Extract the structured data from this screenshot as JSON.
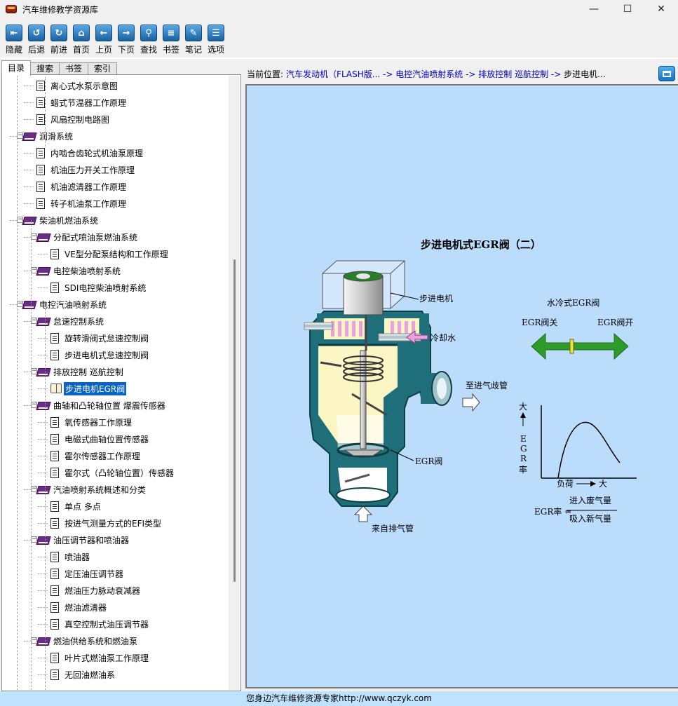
{
  "window": {
    "title": "汽车维修教学资源库",
    "minimize": "—",
    "maximize": "☐",
    "close": "✕"
  },
  "toolbar": [
    {
      "label": "隐藏",
      "icon": "hide-icon",
      "glyph": "⇤"
    },
    {
      "label": "后退",
      "icon": "back-icon",
      "glyph": "↺"
    },
    {
      "label": "前进",
      "icon": "forward-icon",
      "glyph": "↻"
    },
    {
      "label": "首页",
      "icon": "home-icon",
      "glyph": "⌂"
    },
    {
      "label": "上页",
      "icon": "prev-page-icon",
      "glyph": "←"
    },
    {
      "label": "下页",
      "icon": "next-page-icon",
      "glyph": "→"
    },
    {
      "label": "查找",
      "icon": "search-icon",
      "glyph": "⚲"
    },
    {
      "label": "书签",
      "icon": "bookmark-icon",
      "glyph": "≡"
    },
    {
      "label": "笔记",
      "icon": "note-icon",
      "glyph": "✎"
    },
    {
      "label": "选项",
      "icon": "options-icon",
      "glyph": "☰"
    }
  ],
  "tabs": [
    "目录",
    "搜索",
    "书签",
    "索引"
  ],
  "active_tab": "目录",
  "tree": [
    {
      "label": "离心式水泵示意图",
      "level": 2,
      "type": "doc"
    },
    {
      "label": "蜡式节温器工作原理",
      "level": 2,
      "type": "doc"
    },
    {
      "label": "风扇控制电路图",
      "level": 2,
      "type": "doc"
    },
    {
      "label": "润滑系统",
      "level": 1,
      "type": "book"
    },
    {
      "label": "内啮合齿轮式机油泵原理",
      "level": 2,
      "type": "doc"
    },
    {
      "label": "机油压力开关工作原理",
      "level": 2,
      "type": "doc"
    },
    {
      "label": "机油滤清器工作原理",
      "level": 2,
      "type": "doc"
    },
    {
      "label": "转子机油泵工作原理",
      "level": 2,
      "type": "doc"
    },
    {
      "label": "柴油机燃油系统",
      "level": 1,
      "type": "book"
    },
    {
      "label": "分配式喷油泵燃油系统",
      "level": 2,
      "type": "book"
    },
    {
      "label": "VE型分配泵结构和工作原理",
      "level": 3,
      "type": "doc"
    },
    {
      "label": "电控柴油喷射系统",
      "level": 2,
      "type": "book"
    },
    {
      "label": "SDI电控柴油喷射系统",
      "level": 3,
      "type": "doc"
    },
    {
      "label": "电控汽油喷射系统",
      "level": 1,
      "type": "book"
    },
    {
      "label": "怠速控制系统",
      "level": 2,
      "type": "book"
    },
    {
      "label": "旋转滑阀式怠速控制阀",
      "level": 3,
      "type": "doc"
    },
    {
      "label": "步进电机式怠速控制阀",
      "level": 3,
      "type": "doc"
    },
    {
      "label": "排放控制 巡航控制",
      "level": 2,
      "type": "book"
    },
    {
      "label": "步进电机EGR阀",
      "level": 3,
      "type": "openbook",
      "selected": true
    },
    {
      "label": "曲轴和凸轮轴位置 爆震传感器",
      "level": 2,
      "type": "book"
    },
    {
      "label": "氧传感器工作原理",
      "level": 3,
      "type": "doc"
    },
    {
      "label": "电磁式曲轴位置传感器",
      "level": 3,
      "type": "doc"
    },
    {
      "label": "霍尔传感器工作原理",
      "level": 3,
      "type": "doc"
    },
    {
      "label": "霍尔式（凸轮轴位置）传感器",
      "level": 3,
      "type": "doc"
    },
    {
      "label": "汽油喷射系统概述和分类",
      "level": 2,
      "type": "book"
    },
    {
      "label": "单点  多点",
      "level": 3,
      "type": "doc"
    },
    {
      "label": "按进气测量方式的EFI类型",
      "level": 3,
      "type": "doc"
    },
    {
      "label": "油压调节器和喷油器",
      "level": 2,
      "type": "book"
    },
    {
      "label": "喷油器",
      "level": 3,
      "type": "doc"
    },
    {
      "label": "定压油压调节器",
      "level": 3,
      "type": "doc"
    },
    {
      "label": "燃油压力脉动衰减器",
      "level": 3,
      "type": "doc"
    },
    {
      "label": "燃油滤清器",
      "level": 3,
      "type": "doc"
    },
    {
      "label": "真空控制式油压调节器",
      "level": 3,
      "type": "doc"
    },
    {
      "label": "燃油供给系统和燃油泵",
      "level": 2,
      "type": "book"
    },
    {
      "label": "叶片式燃油泵工作原理",
      "level": 3,
      "type": "doc"
    },
    {
      "label": "无回油燃油系",
      "level": 3,
      "type": "doc"
    }
  ],
  "location": {
    "label": "当前位置:",
    "path": [
      "汽车发动机（FLASH版...",
      "电控汽油喷射系统",
      "排放控制 巡航控制"
    ],
    "current": "步进电机...",
    "separator": " -> "
  },
  "diagram": {
    "title": "步进电机式EGR阀（二）",
    "label_motor": "步进电机",
    "label_coolant": "冷却水",
    "label_to_intake": "至进气歧管",
    "label_egr_valve": "EGR阀",
    "label_from_exhaust": "来自排气管",
    "water_cooled_title": "水冷式EGR阀",
    "egr_closed": "EGR阀关",
    "egr_open": "EGR阀开",
    "graph_y_top": "大",
    "graph_y_axis": [
      "E",
      "G",
      "R",
      "率"
    ],
    "graph_x_axis": "负荷",
    "graph_x_end": "大",
    "formula_lhs": "EGR率 =",
    "formula_num": "进入废气量",
    "formula_den": "吸入新气量",
    "colors": {
      "teal": "#1f6f7a",
      "cream": "#fcf6c4",
      "pink": "#e9a1e0",
      "green": "#2e9b2a"
    }
  },
  "status": "您身边汽车维修资源专家http://www.qczyk.com"
}
